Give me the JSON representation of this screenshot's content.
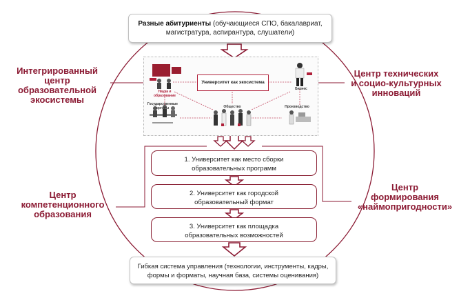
{
  "top_box": {
    "bold": "Разные абитуриенты",
    "rest_line1": " (обучающиеся СПО, бакалавриат,",
    "line2": "магистратура, аспирантура, слушатели)"
  },
  "ecosystem": {
    "center": "Университет как экосистема",
    "nodes": {
      "science": "Наука и образование",
      "business": "Бизнес",
      "gov": "Государственные органы",
      "society": "Общество",
      "production": "Производство"
    }
  },
  "steps": [
    {
      "line1": "1. Университет как место сборки",
      "line2": "образовательных программ"
    },
    {
      "line1": "2. Университет как городской",
      "line2": "образовательный формат"
    },
    {
      "line1": "3. Университет как площадка",
      "line2": "образовательных возможностей"
    }
  ],
  "bottom_box": {
    "line1": "Гибкая система управления (технологии, инструменты, кадры,",
    "line2": "формы и форматы, научная база, системы оценивания)"
  },
  "side_labels": {
    "top_left": [
      "Интегрированный",
      "центр",
      "образовательной",
      "экосистемы"
    ],
    "top_right": [
      "Центр технических",
      "и социо-культурных",
      "инноваций"
    ],
    "bottom_left": [
      "Центр",
      "компетенционного",
      "образования"
    ],
    "bottom_right": [
      "Центр",
      "формирования",
      "«наймопригодности»"
    ]
  },
  "colors": {
    "accent": "#8b1a33",
    "circle": "#8b1a33",
    "arrow_fill": "#ffffff",
    "arrow_stroke": "#8b1a33"
  }
}
